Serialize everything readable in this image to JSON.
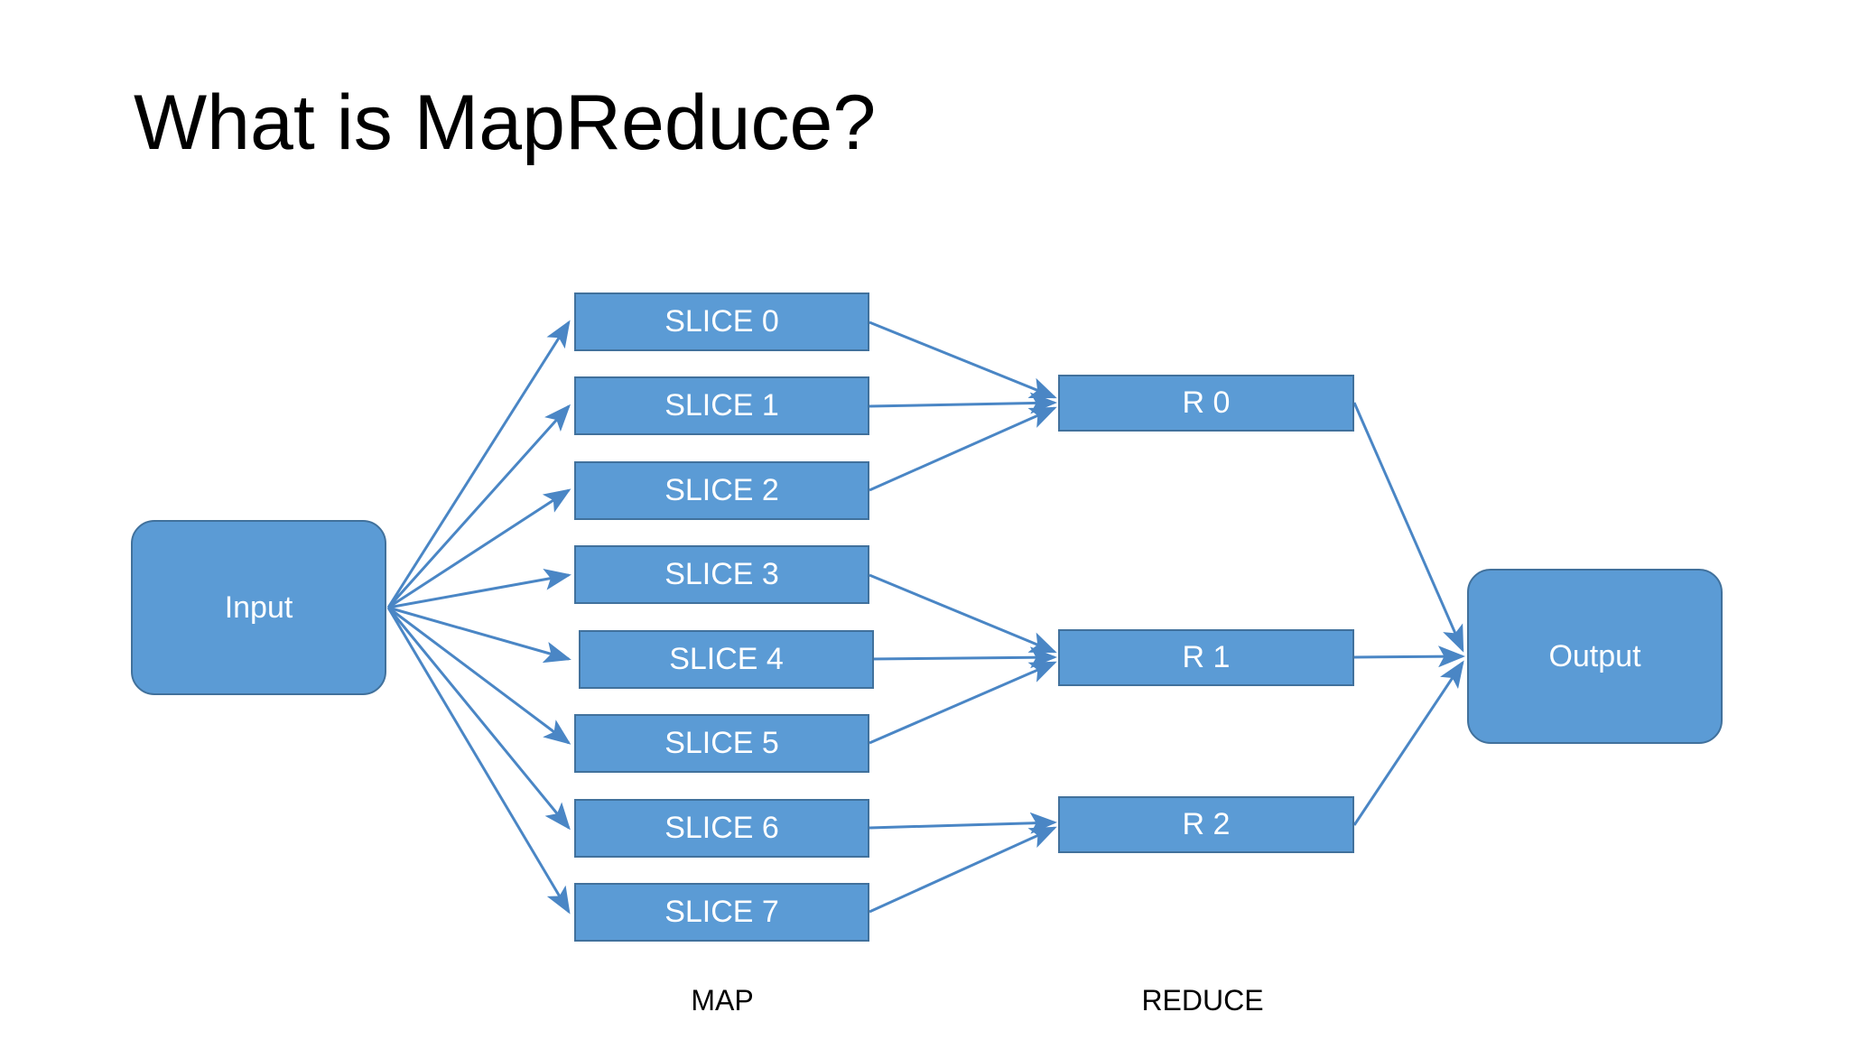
{
  "slide": {
    "title": "What is MapReduce?",
    "background_color": "#FFFFFF",
    "title_color": "#000000"
  },
  "theme": {
    "node_fill": "#5B9BD5",
    "node_border": "#41719C",
    "node_text": "#FFFFFF",
    "connector_color": "#4A86C5"
  },
  "diagram": {
    "input": {
      "label": "Input",
      "shape": "rounded-rectangle"
    },
    "output": {
      "label": "Output",
      "shape": "rounded-rectangle"
    },
    "map_stage": {
      "label": "MAP",
      "slices": [
        {
          "label": "SLICE 0"
        },
        {
          "label": "SLICE 1"
        },
        {
          "label": "SLICE 2"
        },
        {
          "label": "SLICE 3"
        },
        {
          "label": "SLICE 4"
        },
        {
          "label": "SLICE 5"
        },
        {
          "label": "SLICE 6"
        },
        {
          "label": "SLICE 7"
        }
      ]
    },
    "reduce_stage": {
      "label": "REDUCE",
      "reducers": [
        {
          "label": "R 0"
        },
        {
          "label": "R 1"
        },
        {
          "label": "R 2"
        }
      ]
    }
  }
}
